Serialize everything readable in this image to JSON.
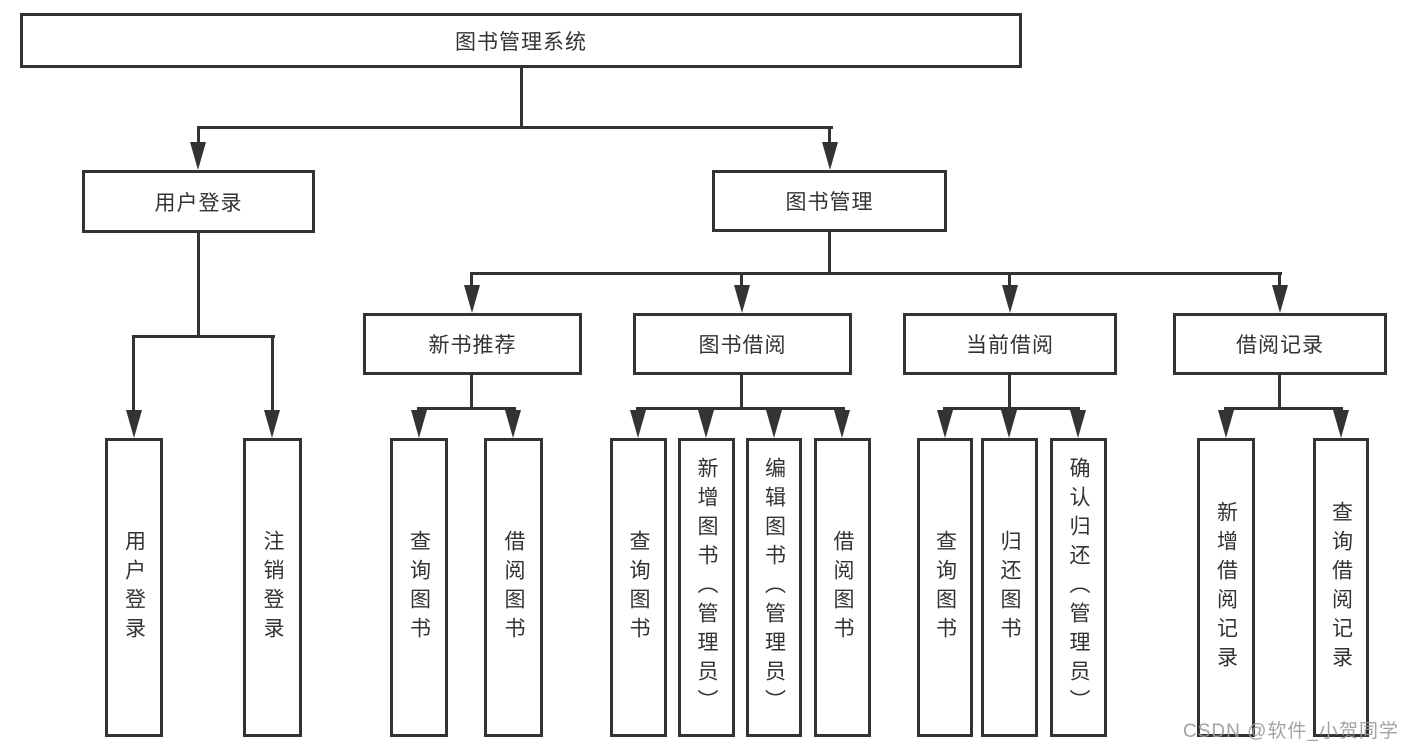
{
  "diagram": {
    "title": "图书管理系统",
    "root": {
      "label": "图书管理系统"
    },
    "branches": [
      {
        "label": "用户登录",
        "children": [
          {
            "label": "用户登录"
          },
          {
            "label": "注销登录"
          }
        ]
      },
      {
        "label": "图书管理",
        "children": [
          {
            "label": "新书推荐",
            "children": [
              {
                "label": "查询图书"
              },
              {
                "label": "借阅图书"
              }
            ]
          },
          {
            "label": "图书借阅",
            "children": [
              {
                "label": "查询图书"
              },
              {
                "label": "新增图书（管理员）"
              },
              {
                "label": "编辑图书（管理员）"
              },
              {
                "label": "借阅图书"
              }
            ]
          },
          {
            "label": "当前借阅",
            "children": [
              {
                "label": "查询图书"
              },
              {
                "label": "归还图书"
              },
              {
                "label": "确认归还（管理员）"
              }
            ]
          },
          {
            "label": "借阅记录",
            "children": [
              {
                "label": "新增借阅记录"
              },
              {
                "label": "查询借阅记录"
              }
            ]
          }
        ]
      }
    ],
    "watermark": "CSDN @软件_小贺同学",
    "colors": {
      "line": "#333333",
      "box_border": "#333333",
      "text": "#333333",
      "background": "#ffffff",
      "watermark": "#9b9b9b"
    }
  }
}
